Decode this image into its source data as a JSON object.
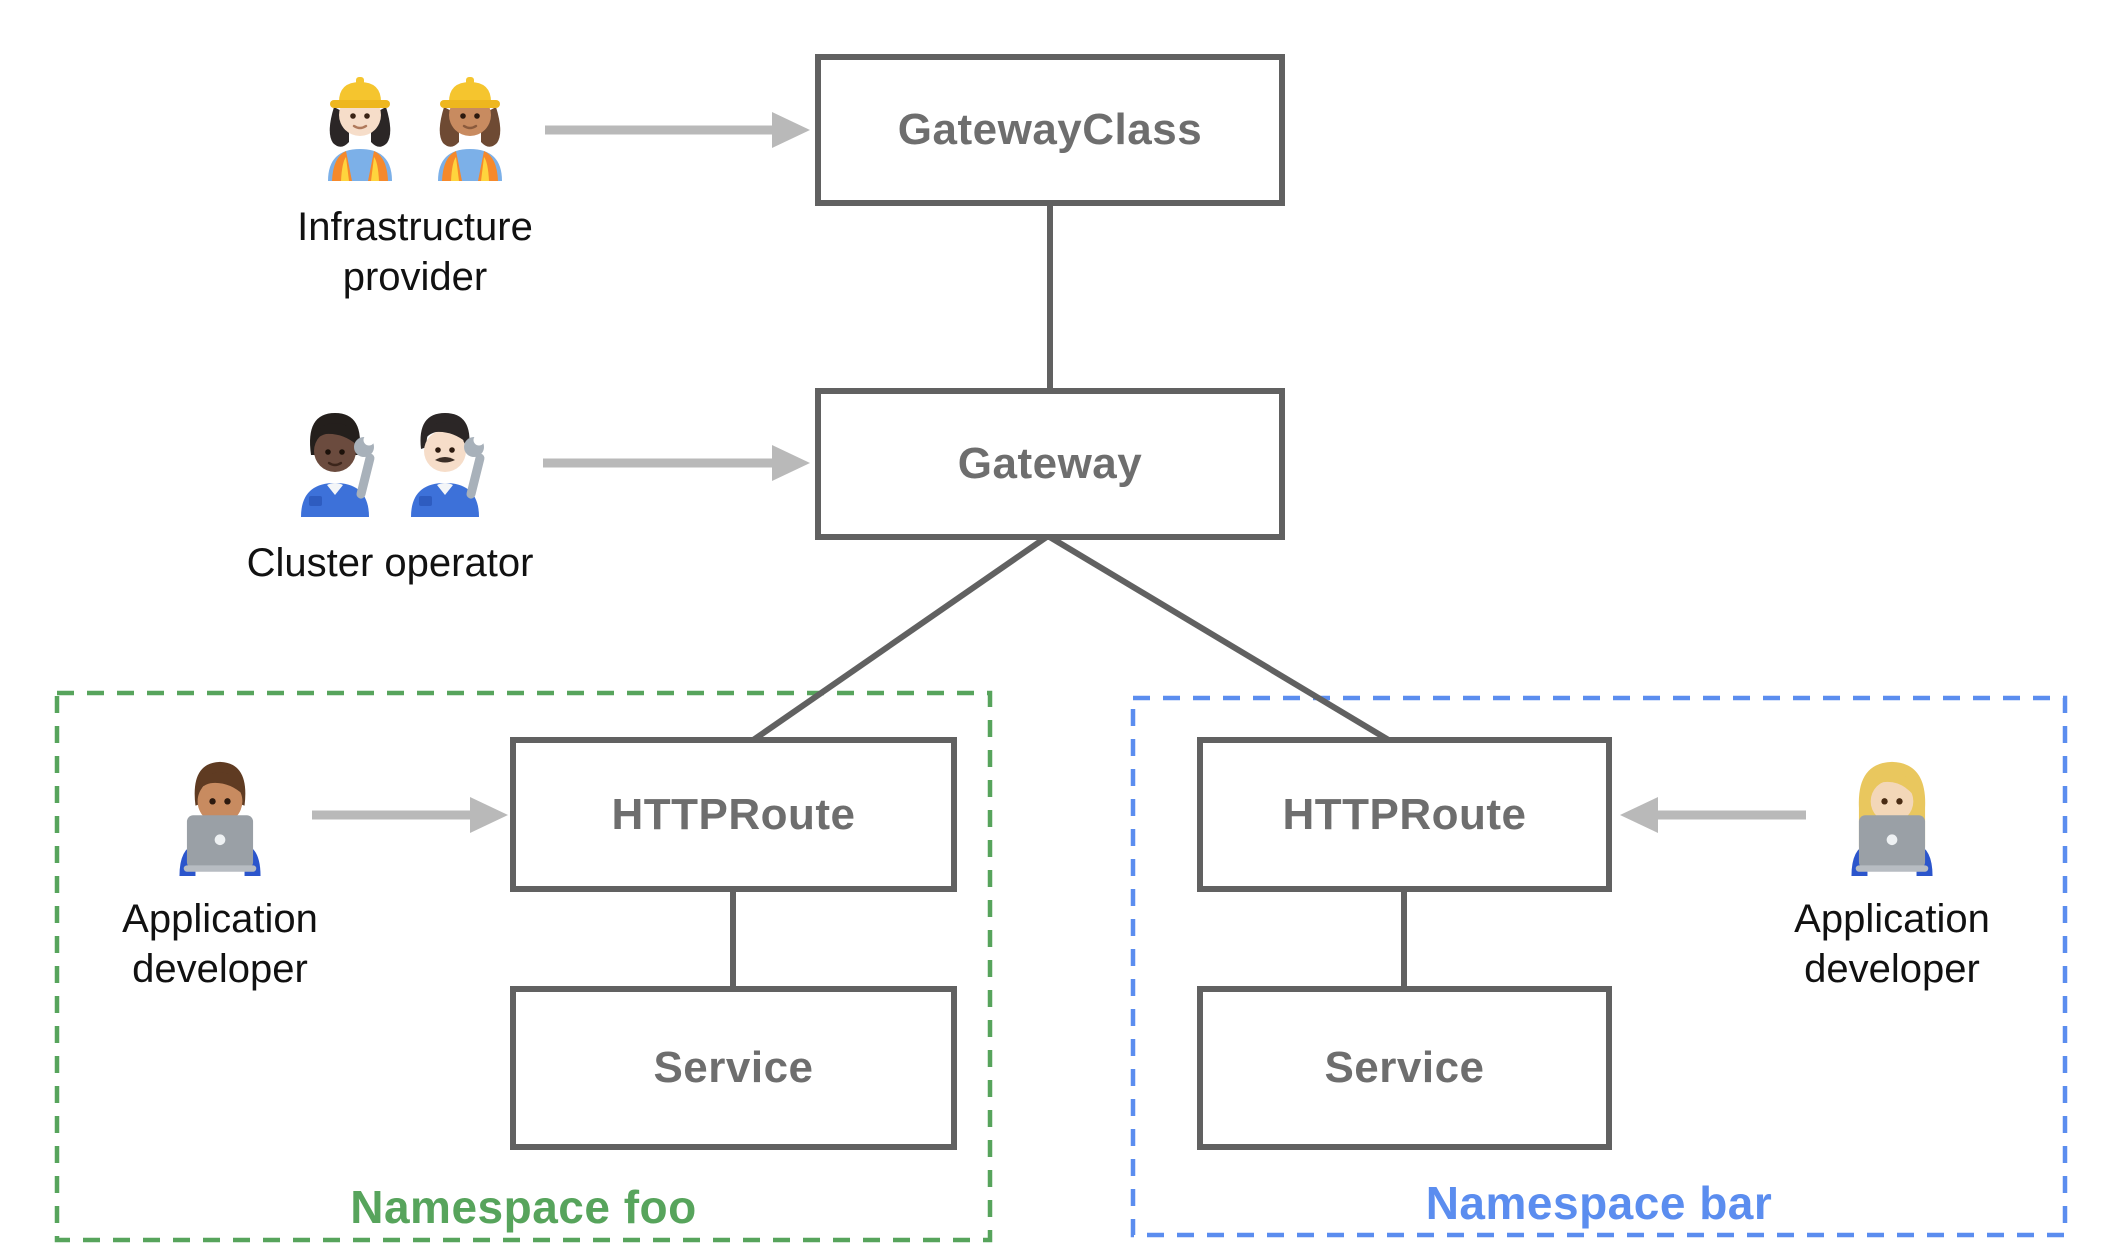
{
  "boxes": {
    "gateway_class": {
      "label": "GatewayClass"
    },
    "gateway": {
      "label": "Gateway"
    },
    "httproute_foo": {
      "label": "HTTPRoute"
    },
    "service_foo": {
      "label": "Service"
    },
    "httproute_bar": {
      "label": "HTTPRoute"
    },
    "service_bar": {
      "label": "Service"
    }
  },
  "namespaces": {
    "foo": {
      "label": "Namespace foo",
      "color": "#57a45c"
    },
    "bar": {
      "label": "Namespace bar",
      "color": "#5b8def"
    }
  },
  "personas": {
    "infrastructure_provider": {
      "label": "Infrastructure provider",
      "icons": [
        "woman-construction-worker-light-skin-icon",
        "woman-construction-worker-medium-skin-icon"
      ]
    },
    "cluster_operator": {
      "label": "Cluster operator",
      "icons": [
        "mechanic-dark-skin-icon",
        "man-mechanic-light-skin-icon"
      ]
    },
    "application_developer_foo": {
      "label": "Application developer",
      "icons": [
        "man-technologist-icon"
      ]
    },
    "application_developer_bar": {
      "label": "Application developer",
      "icons": [
        "woman-technologist-icon"
      ]
    }
  },
  "colors": {
    "box_border": "#616161",
    "box_label": "#6e6e6e",
    "connector": "#616161",
    "arrow": "#b9b9b9",
    "persona_label": "#111111",
    "namespace_foo": "#57a45c",
    "namespace_bar": "#5b8def",
    "background": "#ffffff"
  }
}
